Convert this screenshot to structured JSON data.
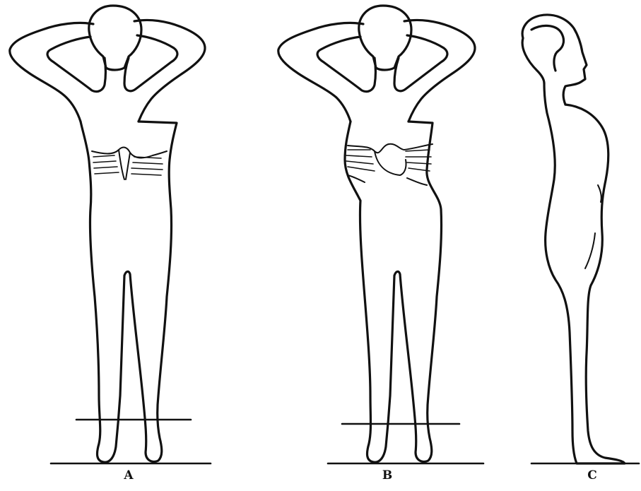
{
  "figures": [
    {
      "id": "A",
      "label": "A",
      "view": "front"
    },
    {
      "id": "B",
      "label": "B",
      "view": "front"
    },
    {
      "id": "C",
      "label": "C",
      "view": "side"
    }
  ],
  "colors": {
    "ink": "#111111",
    "paper": "#ffffff"
  }
}
